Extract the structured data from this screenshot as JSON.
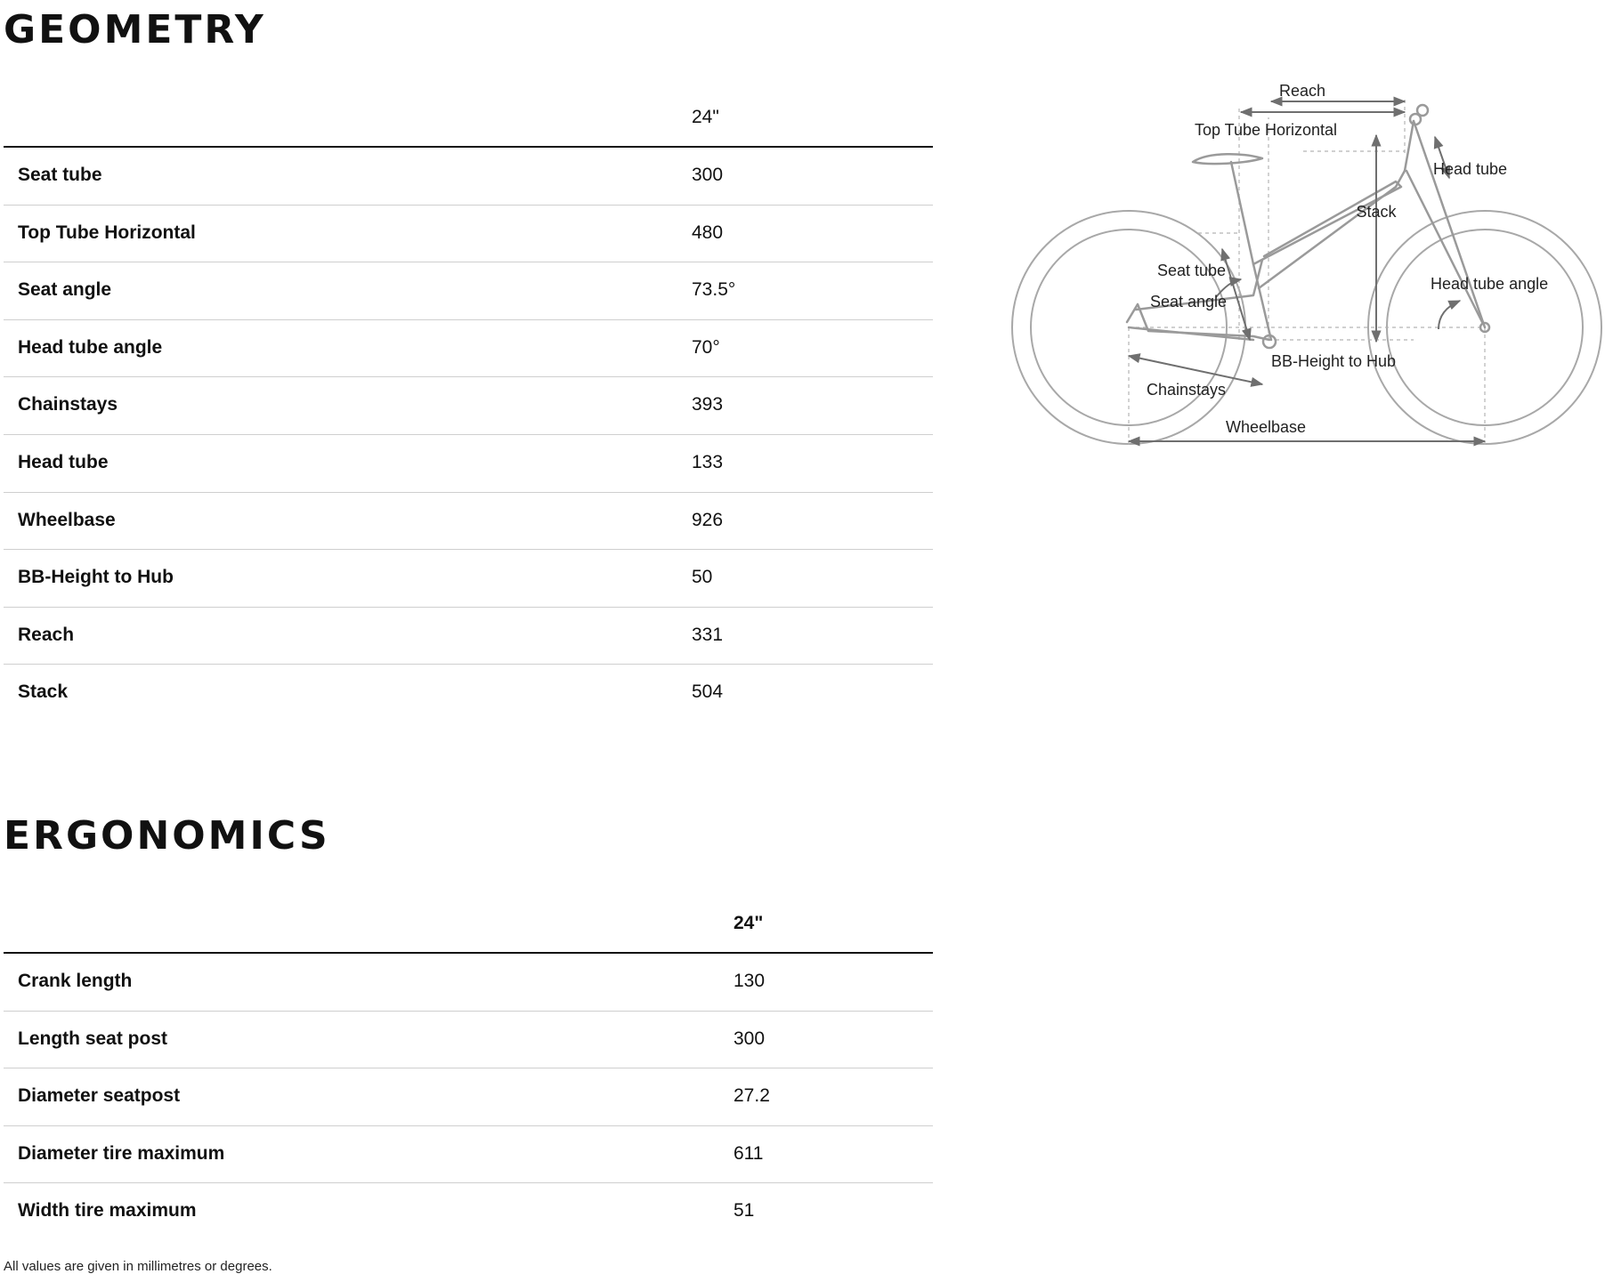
{
  "geometry": {
    "title": "GEOMETRY",
    "size_label": "24\"",
    "rows": [
      {
        "label": "Seat tube",
        "value": "300"
      },
      {
        "label": "Top Tube Horizontal",
        "value": "480"
      },
      {
        "label": "Seat angle",
        "value": "73.5°"
      },
      {
        "label": "Head tube angle",
        "value": "70°"
      },
      {
        "label": "Chainstays",
        "value": "393"
      },
      {
        "label": "Head tube",
        "value": "133"
      },
      {
        "label": "Wheelbase",
        "value": "926"
      },
      {
        "label": "BB-Height to Hub",
        "value": "50"
      },
      {
        "label": "Reach",
        "value": "331"
      },
      {
        "label": "Stack",
        "value": "504"
      }
    ]
  },
  "ergonomics": {
    "title": "ERGONOMICS",
    "size_label": "24\"",
    "rows": [
      {
        "label": "Crank length",
        "value": "130"
      },
      {
        "label": "Length seat post",
        "value": "300"
      },
      {
        "label": "Diameter seatpost",
        "value": "27.2"
      },
      {
        "label": "Diameter tire maximum",
        "value": "611"
      },
      {
        "label": "Width tire maximum",
        "value": "51"
      }
    ]
  },
  "diagram": {
    "labels": {
      "reach": "Reach",
      "top_tube": "Top Tube Horizontal",
      "head_tube": "Head tube",
      "stack": "Stack",
      "seat_tube": "Seat tube",
      "seat_angle": "Seat angle",
      "head_tube_angle": "Head tube angle",
      "bb_height": "BB-Height to Hub",
      "chainstays": "Chainstays",
      "wheelbase": "Wheelbase"
    }
  },
  "footnote": "All values are given in millimetres or degrees.",
  "colors": {
    "text": "#111111",
    "rule": "#cfcfcf",
    "diagram_line": "#9a9a9a",
    "diagram_arrow": "#6f6f6f"
  }
}
